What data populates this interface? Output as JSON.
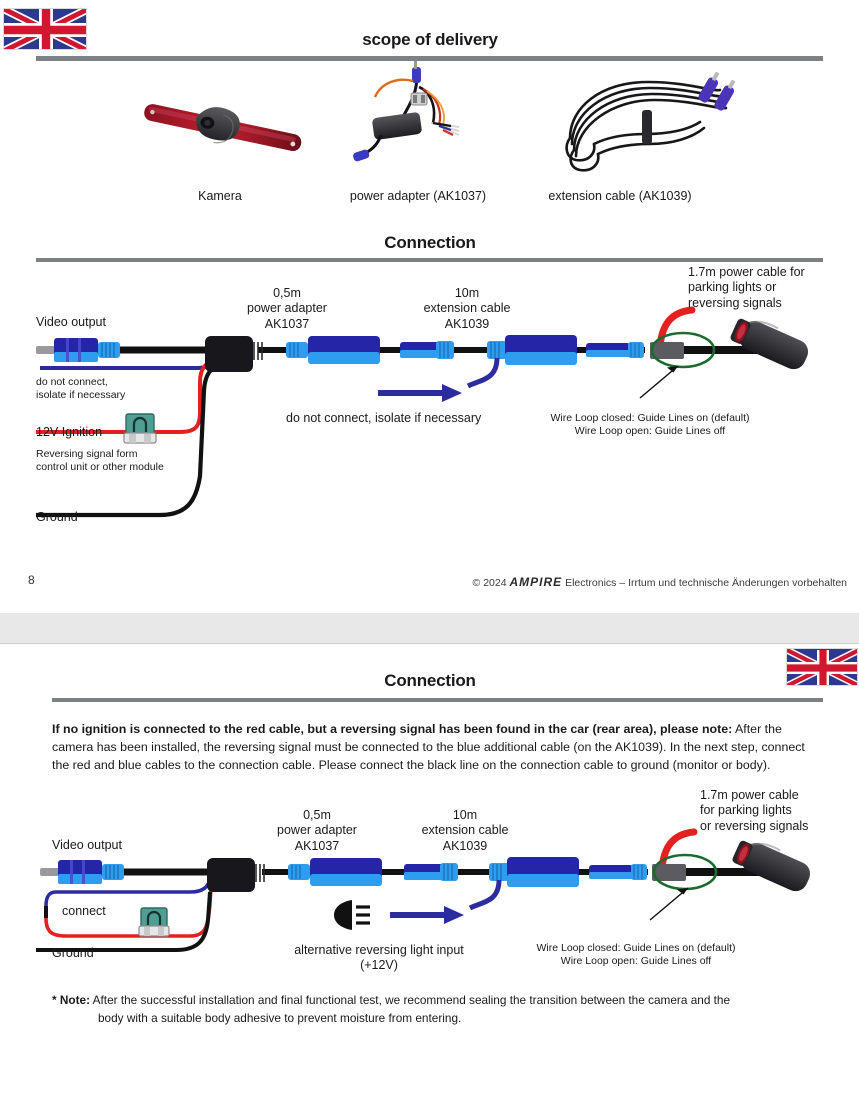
{
  "document": {
    "language_flag": "uk-flag"
  },
  "page1": {
    "title": "scope of delivery",
    "products": [
      {
        "caption": "Kamera",
        "image": "rear-view-camera-photo"
      },
      {
        "caption": "power adapter (AK1037)",
        "image": "power-adapter-photo"
      },
      {
        "caption": "extension cable (AK1039)",
        "image": "extension-cable-coil-photo"
      }
    ],
    "section_title": "Connection",
    "diagram": {
      "video_output": "Video output",
      "do_not_connect_left": "do not connect,\nisolate if necessary",
      "ignition": "12V Ignition",
      "ignition_sub": "Reversing signal form\ncontrol unit or other module",
      "ground": "Ground",
      "power_adapter": "0,5m\npower adapter\nAK1037",
      "extension_cable": "10m\nextension cable\nAK1039",
      "power_cable": "1.7m power cable for\nparking lights or\nreversing signals",
      "do_not_connect_mid": "do not connect, isolate if necessary",
      "wire_loop": "Wire Loop closed: Guide Lines on (default)\nWire Loop open: Guide Lines off"
    },
    "footer": {
      "page_number": "8",
      "copyright_prefix": "© 2024",
      "brand": "AMPIRE",
      "copyright_suffix": "Electronics – Irrtum und technische Änderungen vorbehalten"
    }
  },
  "page2": {
    "section_title": "Connection",
    "intro_bold": "If no ignition is connected to the red cable, but a reversing signal has been found in the car (rear area), please note:",
    "intro_body": "After the camera has been installed, the reversing signal must be connected to the blue additional cable (on the AK1039). In the next step, connect the red and blue cables to the connection cable. Please connect the black line on the connection cable to ground (monitor or body).",
    "diagram": {
      "video_output": "Video output",
      "connect": "connect",
      "ground": "Ground",
      "power_adapter": "0,5m\npower adapter\nAK1037",
      "extension_cable": "10m\nextension cable\nAK1039",
      "power_cable": "1.7m power cable\nfor parking lights\nor reversing signals",
      "alternative_input": "alternative reversing light input\n(+12V)",
      "wire_loop": "Wire Loop closed: Guide Lines on (default)\nWire Loop open: Guide Lines off"
    },
    "note": {
      "marker": "* Note:",
      "line1": "After the successful installation and final functional test, we recommend sealing the transition between the camera and the",
      "line2": "body with a suitable body adhesive to prevent moisture from entering."
    }
  },
  "colors": {
    "rule_gray": "#7d8085",
    "cable_blue": "#2c2c9e",
    "cable_light_blue": "#2196f3",
    "cable_red": "#e52020",
    "cable_black": "#111111",
    "loop_green": "#1c6b2e",
    "page_gap_gray": "#e8e8e8",
    "flag_blue": "#2b3a8f",
    "flag_red": "#cf172f"
  }
}
